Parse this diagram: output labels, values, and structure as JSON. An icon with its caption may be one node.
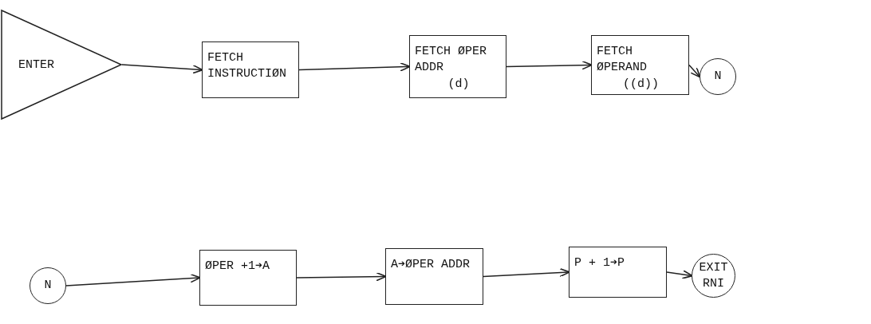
{
  "diagram": {
    "nodes": [
      {
        "text": [
          "ENTER"
        ]
      },
      {
        "text": [
          "FETCH INSTRUCTIØN"
        ]
      },
      {
        "text": [
          "FETCH ØPER ADDR",
          "(d)"
        ]
      },
      {
        "text": [
          "FETCH ØPERAND",
          "((d))"
        ]
      },
      {
        "text": [
          "N"
        ]
      },
      {
        "text": [
          "N"
        ]
      },
      {
        "text": [
          "ØPER +1➔A"
        ]
      },
      {
        "text": [
          "A➔ØPER ADDR"
        ]
      },
      {
        "text": [
          "P + 1➔P"
        ]
      },
      {
        "text": [
          "EXIT RNI"
        ]
      }
    ],
    "edges": [
      {
        "from": 0,
        "to": 1,
        "arrow": "to"
      },
      {
        "from": 1,
        "to": 2,
        "arrow": "to"
      },
      {
        "from": 2,
        "to": 3,
        "arrow": "to"
      },
      {
        "from": 3,
        "to": 4,
        "arrow": "to"
      },
      {
        "from": 5,
        "to": 6,
        "arrow": "to"
      },
      {
        "from": 6,
        "to": 7,
        "arrow": "to"
      },
      {
        "from": 7,
        "to": 8,
        "arrow": "to"
      },
      {
        "from": 8,
        "to": 9,
        "arrow": "to"
      }
    ]
  }
}
